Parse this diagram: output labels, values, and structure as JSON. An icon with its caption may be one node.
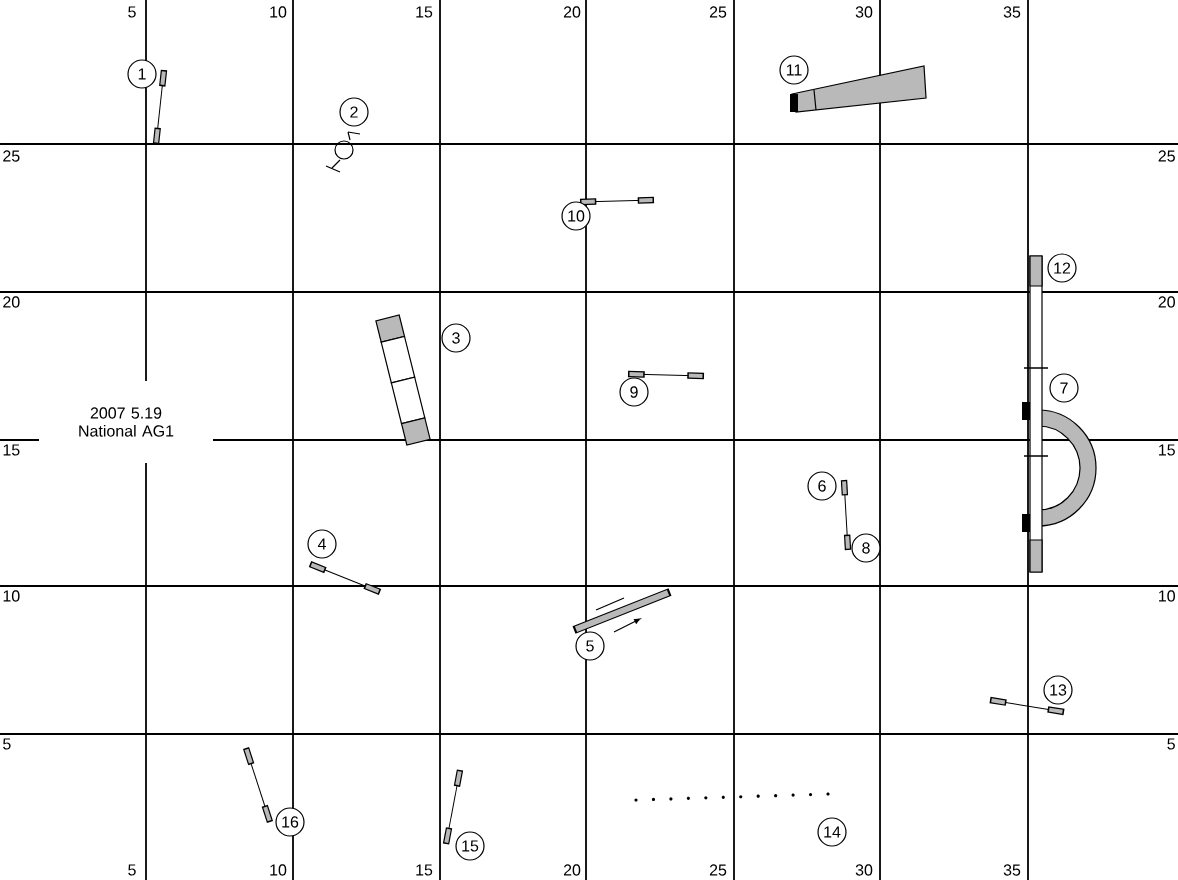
{
  "diagram": {
    "nodes": [
      {
        "text": [
          "1"
        ]
      },
      {
        "text": [
          "2"
        ]
      },
      {
        "text": [
          "3"
        ]
      },
      {
        "text": [
          "4"
        ]
      },
      {
        "text": [
          "5"
        ]
      },
      {
        "text": [
          "6"
        ]
      },
      {
        "text": [
          "7"
        ]
      },
      {
        "text": [
          "8"
        ]
      },
      {
        "text": [
          "9"
        ]
      },
      {
        "text": [
          "10"
        ]
      },
      {
        "text": [
          "11"
        ]
      },
      {
        "text": [
          "12"
        ]
      },
      {
        "text": [
          "13"
        ]
      },
      {
        "text": [
          "14"
        ]
      },
      {
        "text": [
          "15"
        ]
      },
      {
        "text": [
          "16"
        ]
      }
    ],
    "labels": [
      "5",
      "10",
      "15",
      "20",
      "25",
      "30",
      "35",
      "25",
      "25",
      "20",
      "20",
      "2007 5.19 National AG1",
      "15",
      "15",
      "10",
      "10",
      "5",
      "5",
      "5",
      "10",
      "15",
      "20",
      "25",
      "30",
      "35"
    ]
  }
}
